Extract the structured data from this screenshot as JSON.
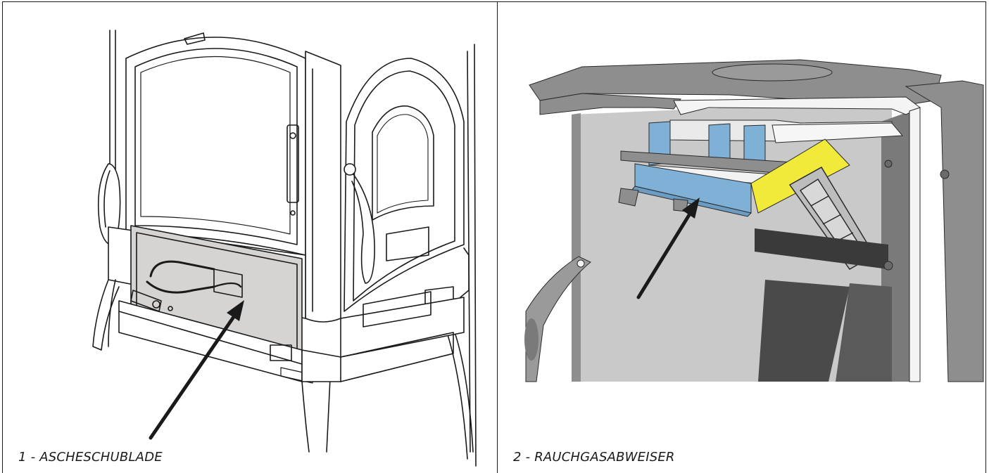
{
  "figures": [
    {
      "caption": "1 - ASCHESCHUBLADE",
      "illustration": "stove-ash-drawer"
    },
    {
      "caption": "2 - RAUCHGASABWEISER",
      "illustration": "stove-smoke-deflector-cutaway"
    }
  ],
  "colors": {
    "line": "#1a1a1a",
    "drawer_fill": "#d6d4d2",
    "casting_gray": "#8e8e8e",
    "interior_gray": "#c9c9c9",
    "deflector_blue": "#7fb0d6",
    "deflector_yellow": "#f2ea3a",
    "arrow": "#1a1a1a"
  }
}
